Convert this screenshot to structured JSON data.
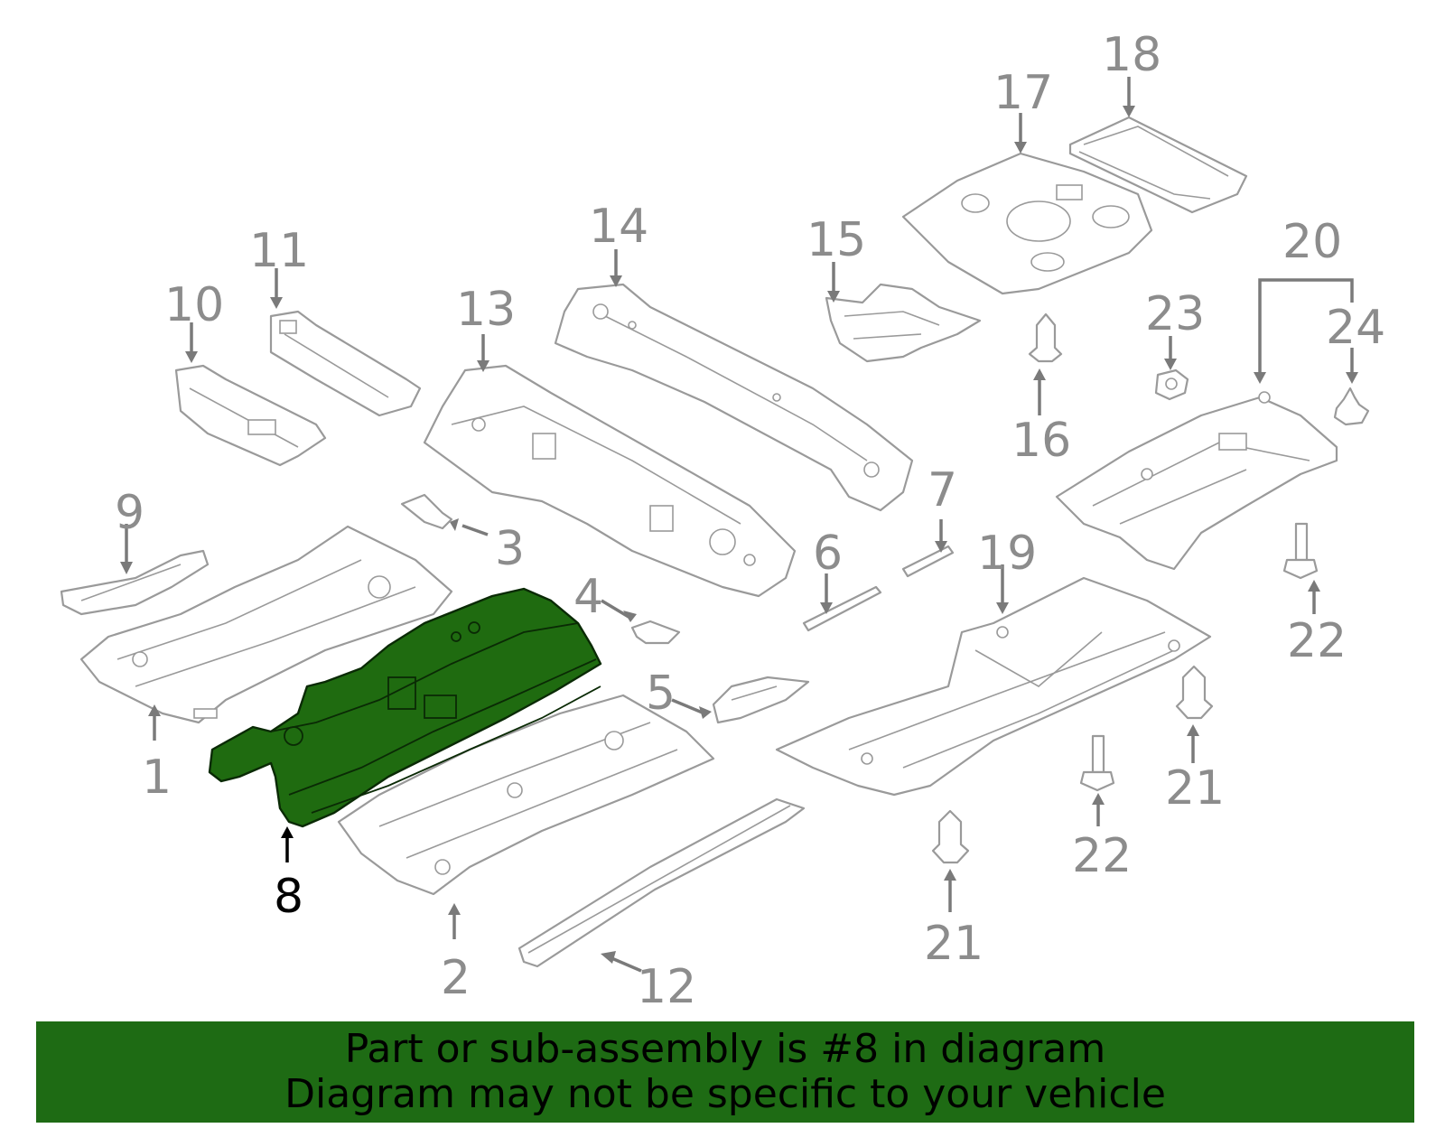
{
  "diagram": {
    "callouts": {
      "c1": "1",
      "c2": "2",
      "c3": "3",
      "c4": "4",
      "c5": "5",
      "c6": "6",
      "c7": "7",
      "c8": "8",
      "c9": "9",
      "c10": "10",
      "c11": "11",
      "c12": "12",
      "c13": "13",
      "c14": "14",
      "c15": "15",
      "c16": "16",
      "c17": "17",
      "c18": "18",
      "c19": "19",
      "c20": "20",
      "c21a": "21",
      "c21b": "21",
      "c22a": "22",
      "c22b": "22",
      "c23": "23",
      "c24": "24"
    },
    "highlighted_part": "8",
    "highlight_color": "#1f6b10",
    "line_color": "#9a9a9a"
  },
  "banner": {
    "line1": "Part or sub-assembly is #8 in diagram",
    "line2": "Diagram may not be specific to your vehicle",
    "background": "#1e6b14"
  }
}
